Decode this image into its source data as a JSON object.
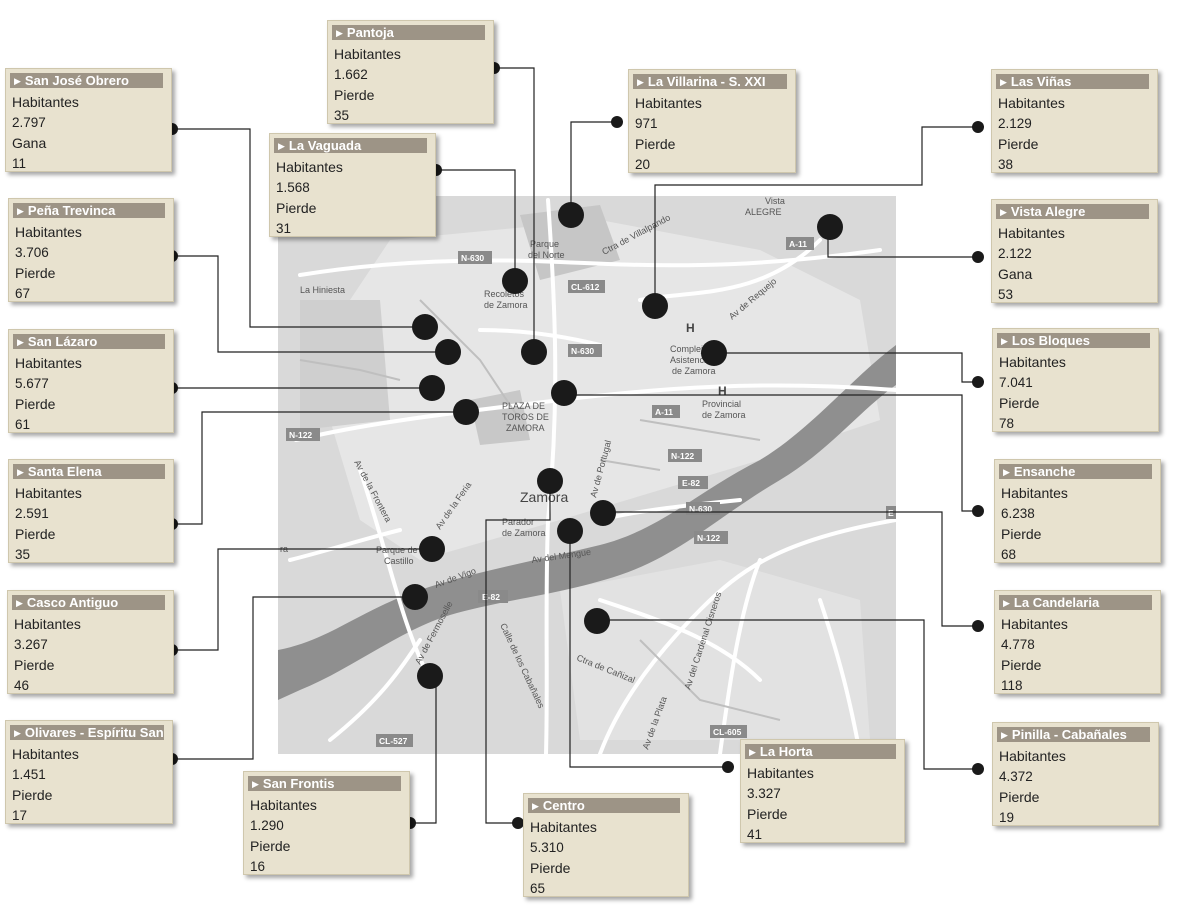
{
  "map": {
    "city_label": "Zamora",
    "places": [
      {
        "id": "parque-del-norte",
        "lines": [
          "Parque",
          "del Norte"
        ]
      },
      {
        "id": "recoletos",
        "lines": [
          "Recoletos",
          "de Zamora"
        ]
      },
      {
        "id": "la-hiniesta",
        "lines": [
          "La Hiniesta"
        ]
      },
      {
        "id": "vista-alegre",
        "lines": [
          "Vista",
          "ALEGRE"
        ]
      },
      {
        "id": "complejo-asistencial",
        "lines": [
          "Complejo",
          "Asistencial",
          "de Zamora"
        ]
      },
      {
        "id": "provincial",
        "lines": [
          "Provincial",
          "de Zamora"
        ]
      },
      {
        "id": "plaza-de-toros",
        "lines": [
          "PLAZA DE",
          "TOROS DE",
          "ZAMORA"
        ]
      },
      {
        "id": "parador",
        "lines": [
          "Parador",
          "de Zamora"
        ]
      },
      {
        "id": "parque-castillo",
        "lines": [
          "Parque de",
          "Castillo"
        ]
      }
    ],
    "street_labels": [
      {
        "id": "ctra-villalpando",
        "text": "Ctra de Villalpando"
      },
      {
        "id": "av-requejo",
        "text": "Av de Requejo"
      },
      {
        "id": "av-frontera",
        "text": "Av de la Frontera"
      },
      {
        "id": "av-feria",
        "text": "Av de la Feria"
      },
      {
        "id": "av-vigo",
        "text": "Av de Vigo"
      },
      {
        "id": "av-mengue",
        "text": "Av del Mengue"
      },
      {
        "id": "av-portugal",
        "text": "Av de Portugal"
      },
      {
        "id": "av-fermoselle",
        "text": "Av de Fermoselle"
      },
      {
        "id": "calle-cabanales",
        "text": "Calle de los Cabañales"
      },
      {
        "id": "ctra-canizal",
        "text": "Ctra de Cañizal"
      },
      {
        "id": "av-plata",
        "text": "Av de la Plata"
      },
      {
        "id": "av-cardenal-cisneros",
        "text": "Av del Cardenal Cisneros"
      }
    ],
    "road_badges": [
      {
        "id": "n630-a",
        "text": "N-630"
      },
      {
        "id": "cl612",
        "text": "CL-612"
      },
      {
        "id": "n630-b",
        "text": "N-630"
      },
      {
        "id": "a11-a",
        "text": "A-11"
      },
      {
        "id": "a11-b",
        "text": "A-11"
      },
      {
        "id": "n122-a",
        "text": "N-122"
      },
      {
        "id": "n122-b",
        "text": "N-122"
      },
      {
        "id": "e82-a",
        "text": "E-82"
      },
      {
        "id": "n630-c",
        "text": "N-630"
      },
      {
        "id": "n122-c",
        "text": "N-122"
      },
      {
        "id": "e82-b",
        "text": "E-82"
      },
      {
        "id": "cl527",
        "text": "CL-527"
      },
      {
        "id": "cl605",
        "text": "CL-605"
      },
      {
        "id": "edge-e",
        "text": "E"
      },
      {
        "id": "edge-ra",
        "text": "ra"
      }
    ],
    "hospital_symbol": "H"
  },
  "labels": {
    "habitantes": "Habitantes"
  },
  "neighborhoods": [
    {
      "id": "pantoja",
      "name": "Pantoja",
      "habitantes": "1.662",
      "trend": "Pierde",
      "change": "35"
    },
    {
      "id": "san-jose-obrero",
      "name": "San José Obrero",
      "habitantes": "2.797",
      "trend": "Gana",
      "change": "11"
    },
    {
      "id": "la-vaguada",
      "name": "La Vaguada",
      "habitantes": "1.568",
      "trend": "Pierde",
      "change": "31"
    },
    {
      "id": "la-villarina",
      "name": "La Villarina - S. XXI",
      "habitantes": "971",
      "trend": "Pierde",
      "change": "20"
    },
    {
      "id": "las-vinas",
      "name": "Las Viñas",
      "habitantes": "2.129",
      "trend": "Pierde",
      "change": "38"
    },
    {
      "id": "pena-trevinca",
      "name": "Peña Trevinca",
      "habitantes": "3.706",
      "trend": "Pierde",
      "change": "67"
    },
    {
      "id": "vista-alegre",
      "name": "Vista Alegre",
      "habitantes": "2.122",
      "trend": "Gana",
      "change": "53"
    },
    {
      "id": "san-lazaro",
      "name": "San Lázaro",
      "habitantes": "5.677",
      "trend": "Pierde",
      "change": "61"
    },
    {
      "id": "los-bloques",
      "name": "Los Bloques",
      "habitantes": "7.041",
      "trend": "Pierde",
      "change": "78"
    },
    {
      "id": "santa-elena",
      "name": "Santa Elena",
      "habitantes": "2.591",
      "trend": "Pierde",
      "change": "35"
    },
    {
      "id": "ensanche",
      "name": "Ensanche",
      "habitantes": "6.238",
      "trend": "Pierde",
      "change": "68"
    },
    {
      "id": "casco-antiguo",
      "name": "Casco Antiguo",
      "habitantes": "3.267",
      "trend": "Pierde",
      "change": "46"
    },
    {
      "id": "la-candelaria",
      "name": "La Candelaria",
      "habitantes": "4.778",
      "trend": "Pierde",
      "change": "118"
    },
    {
      "id": "olivares",
      "name": "Olivares - Espíritu San.",
      "habitantes": "1.451",
      "trend": "Pierde",
      "change": "17"
    },
    {
      "id": "pinilla-cabanales",
      "name": "Pinilla - Cabañales",
      "habitantes": "4.372",
      "trend": "Pierde",
      "change": "19"
    },
    {
      "id": "san-frontis",
      "name": "San Frontis",
      "habitantes": "1.290",
      "trend": "Pierde",
      "change": "16"
    },
    {
      "id": "la-horta",
      "name": "La Horta",
      "habitantes": "3.327",
      "trend": "Pierde",
      "change": "41"
    },
    {
      "id": "centro",
      "name": "Centro",
      "habitantes": "5.310",
      "trend": "Pierde",
      "change": "65"
    }
  ],
  "colors": {
    "card_bg": "#e8e2cf",
    "card_header": "#9d9486",
    "map_bg": "#d8d8d8",
    "river": "#8f8f8f",
    "marker": "#1a1a1a"
  }
}
